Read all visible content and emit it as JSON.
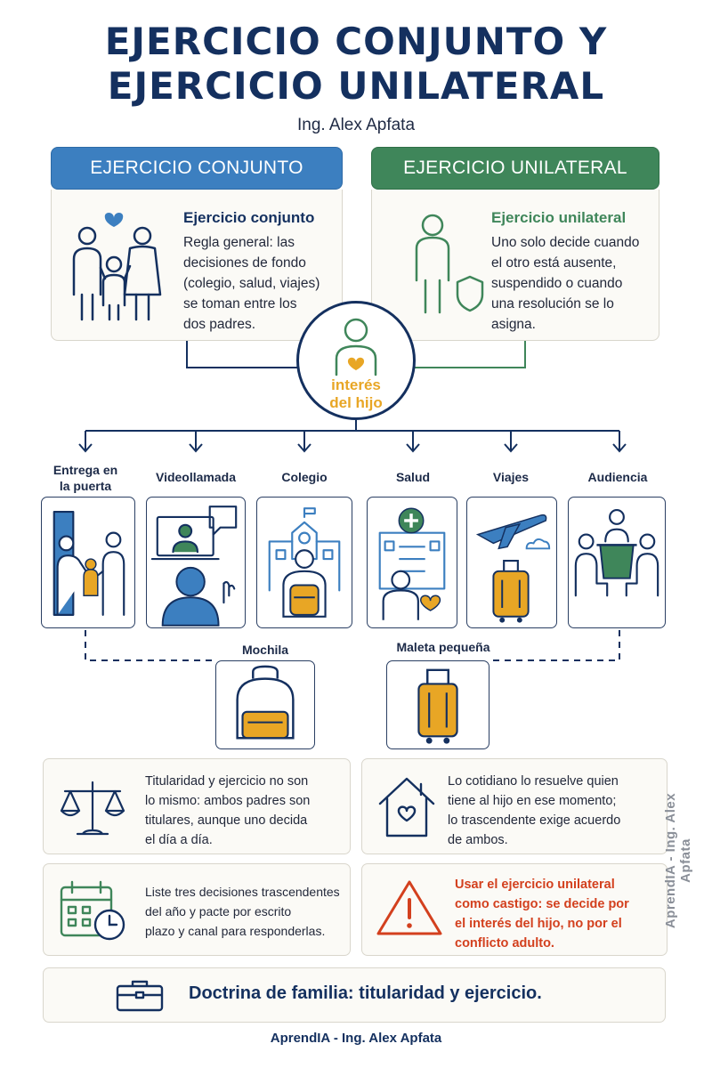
{
  "header": {
    "title_line1": "EJERCICIO CONJUNTO Y",
    "title_line2": "EJERCICIO UNILATERAL",
    "author": "Ing. Alex Apfata"
  },
  "panels": {
    "left": {
      "heading": "EJERCICIO CONJUNTO",
      "title": "Ejercicio conjunto",
      "text_lines": [
        "Regla general: las",
        "decisiones de fondo",
        "(colegio, salud, viajes)",
        "se toman entre los",
        "dos padres."
      ],
      "icon": "family-heart-icon"
    },
    "right": {
      "heading": "EJERCICIO UNILATERAL",
      "title": "Ejercicio unilateral",
      "text_lines": [
        "Uno solo decide cuando",
        "el otro está ausente,",
        "suspendido o cuando",
        "una resolución se lo",
        "asigna."
      ],
      "icon": "person-shield-icon"
    }
  },
  "center": {
    "line1": "interés",
    "line2": "del hijo"
  },
  "categories": [
    {
      "label_line1": "Entrega en",
      "label_line2": "la puerta",
      "icon": "door-handover-icon"
    },
    {
      "label_line1": "Videollamada",
      "label_line2": "",
      "icon": "video-call-icon"
    },
    {
      "label_line1": "Colegio",
      "label_line2": "",
      "icon": "school-icon"
    },
    {
      "label_line1": "Salud",
      "label_line2": "",
      "icon": "hospital-icon"
    },
    {
      "label_line1": "Viajes",
      "label_line2": "",
      "icon": "airplane-suitcase-icon"
    },
    {
      "label_line1": "Audiencia",
      "label_line2": "",
      "icon": "hearing-icon"
    }
  ],
  "items": [
    {
      "label": "Mochila",
      "icon": "backpack-icon"
    },
    {
      "label": "Maleta pequeña",
      "icon": "suitcase-icon"
    }
  ],
  "info": [
    {
      "lines": [
        "Titularidad y ejercicio no son",
        "lo mismo: ambos padres son",
        "titulares, aunque uno decida",
        "el día a día."
      ],
      "icon": "scales-icon"
    },
    {
      "lines": [
        "Lo cotidiano lo resuelve quien",
        "tiene al hijo en ese momento;",
        "lo trascendente exige acuerdo",
        "de ambos."
      ],
      "icon": "house-heart-icon"
    },
    {
      "lines": [
        "Liste tres decisiones trascendentes",
        "del año y pacte por escrito",
        "plazo y canal para responderlas."
      ],
      "icon": "calendar-clock-icon"
    },
    {
      "lines": [
        "Usar el ejercicio unilateral",
        "como castigo: se decide por",
        "el interés del hijo, no por el",
        "conflicto adulto."
      ],
      "icon": "warning-icon"
    }
  ],
  "doctrine": {
    "text": "Doctrina de familia: titularidad y ejercicio.",
    "icon": "briefcase-icon"
  },
  "footer": "AprendIA - Ing. Alex Apfata",
  "watermark": "AprendIA - Ing. Alex Apfata",
  "colors": {
    "navy": "#14305f",
    "blue": "#3c7fc0",
    "green": "#3f865a",
    "yellow": "#e8a625",
    "red": "#d3401e"
  }
}
